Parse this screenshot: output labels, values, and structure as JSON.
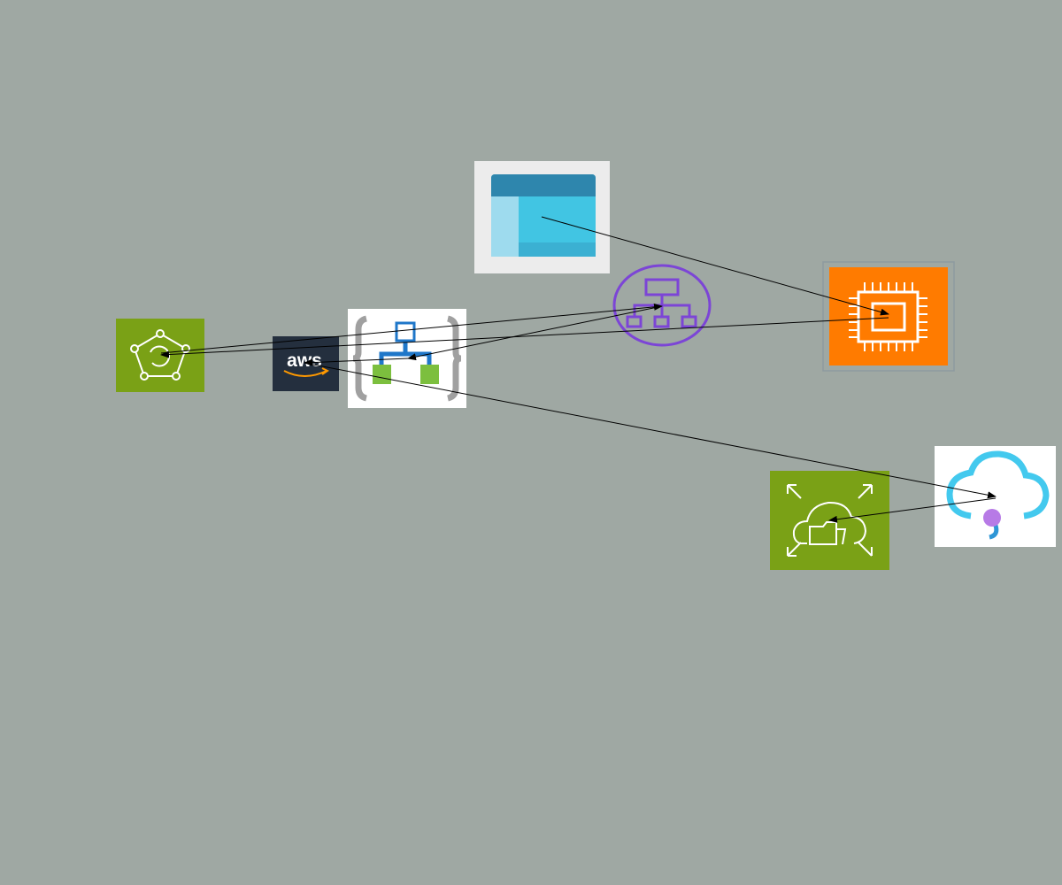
{
  "diagram": {
    "background_color": "#9fa8a3",
    "edge_color": "#000000",
    "nodes": [
      {
        "id": "app-window",
        "icon": "application-window-icon",
        "colors": [
          "#ececec",
          "#2e86ad",
          "#41c5e3",
          "#9edbee",
          "#3bb0d2"
        ]
      },
      {
        "id": "ec2-instance",
        "icon": "ec2-chip-icon",
        "colors": [
          "#ff7b00",
          "#ffffff"
        ]
      },
      {
        "id": "greengrass",
        "icon": "greengrass-component-icon",
        "colors": [
          "#7aa116",
          "#ffffff"
        ]
      },
      {
        "id": "aws-logo",
        "icon": "aws-logo-icon",
        "text": "aws",
        "colors": [
          "#242f3e",
          "#ffffff",
          "#ff9900"
        ]
      },
      {
        "id": "logic-app",
        "icon": "logic-app-workflow-icon",
        "colors": [
          "#ffffff",
          "#a0a0a0",
          "#1f77c9",
          "#7cbf3e"
        ]
      },
      {
        "id": "organization-hierarchy",
        "icon": "organization-hierarchy-icon",
        "colors": [
          "#7c45d6"
        ]
      },
      {
        "id": "cloud-storage-gateway",
        "icon": "cloud-folder-expand-icon",
        "colors": [
          "#7aa116",
          "#ffffff"
        ]
      },
      {
        "id": "azure-cloud-service",
        "icon": "cloud-service-icon",
        "colors": [
          "#ffffff",
          "#43c9ee",
          "#b77ae6"
        ]
      }
    ],
    "edges": [
      {
        "from": "app-window",
        "to": "ec2-instance"
      },
      {
        "from": "ec2-instance",
        "to": "greengrass"
      },
      {
        "from": "greengrass",
        "to": "organization-hierarchy"
      },
      {
        "from": "organization-hierarchy",
        "to": "logic-app"
      },
      {
        "from": "logic-app",
        "to": "aws-logo"
      },
      {
        "from": "aws-logo",
        "to": "azure-cloud-service"
      },
      {
        "from": "azure-cloud-service",
        "to": "cloud-storage-gateway"
      }
    ]
  }
}
